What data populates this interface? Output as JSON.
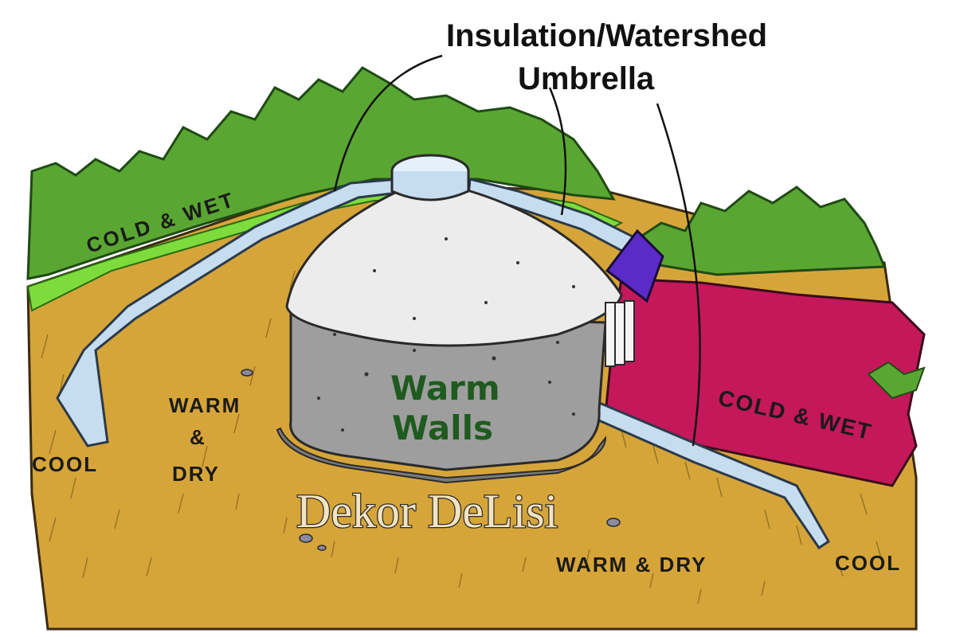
{
  "callout": {
    "line1": "Insulation/Watershed",
    "line2": "Umbrella"
  },
  "labels": {
    "cold_wet_left": "COLD & WET",
    "cold_wet_right": "COLD & WET",
    "warm_walls_1": "Warm",
    "warm_walls_2": "Walls",
    "warm_dry_left_1": "WARM",
    "warm_dry_left_2": "&",
    "warm_dry_left_3": "DRY",
    "warm_dry_bottom": "WARM & DRY",
    "cool_left": "COOL",
    "cool_right": "COOL"
  },
  "watermark": "Dekor DeLisi",
  "colors": {
    "soil": "#d6a53a",
    "grass": "#5aa632",
    "bright_grass": "#7ddc3c",
    "membrane": "#c6dcef",
    "dome_roof": "#ececec",
    "dome_wall": "#9e9e9e",
    "cold_wet_field": "#c4185a",
    "entry_box": "#5a2bc7"
  }
}
